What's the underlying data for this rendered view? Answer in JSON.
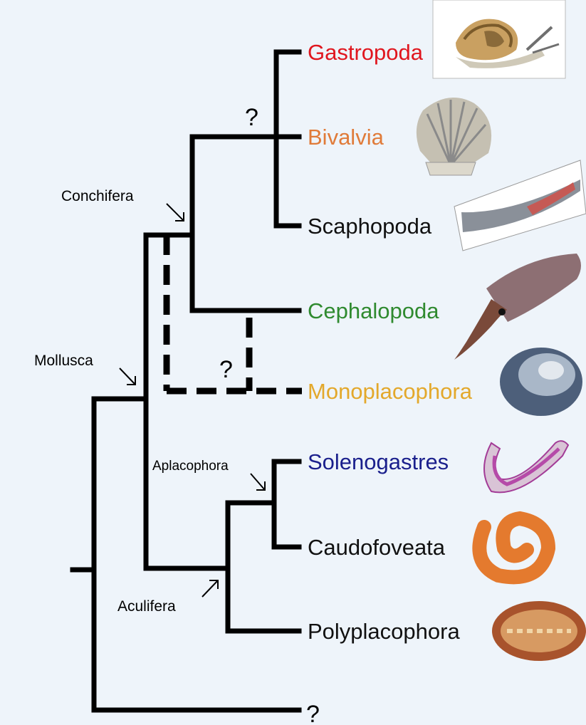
{
  "taxa": [
    {
      "name": "Gastropoda",
      "color": "#e0161e"
    },
    {
      "name": "Bivalvia",
      "color": "#e07b39"
    },
    {
      "name": "Scaphopoda",
      "color": "#111111"
    },
    {
      "name": "Cephalopoda",
      "color": "#2f8a2f"
    },
    {
      "name": "Monoplacophora",
      "color": "#e3a82b"
    },
    {
      "name": "Solenogastres",
      "color": "#1a1f8c"
    },
    {
      "name": "Caudofoveata",
      "color": "#111111"
    },
    {
      "name": "Polyplacophora",
      "color": "#111111"
    }
  ],
  "clades": {
    "conchifera": "Conchifera",
    "mollusca": "Mollusca",
    "aplacophora": "Aplacophora",
    "aculifera": "Aculifera"
  },
  "uncertain_marker": "?",
  "images": [
    {
      "icon": "snail-image"
    },
    {
      "icon": "scallop-shell-image"
    },
    {
      "icon": "tusk-shell-image"
    },
    {
      "icon": "squid-image"
    },
    {
      "icon": "limpet-shell-image"
    },
    {
      "icon": "pink-worm-image"
    },
    {
      "icon": "orange-coiled-worm-image"
    },
    {
      "icon": "chiton-image"
    }
  ]
}
